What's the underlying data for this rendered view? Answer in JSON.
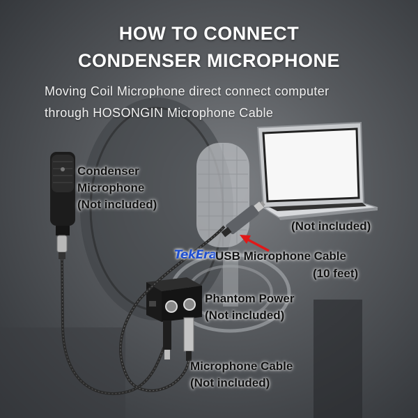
{
  "title": {
    "line1": "HOW TO CONNECT",
    "line2": "CONDENSER MICROPHONE"
  },
  "subtitle": {
    "line1": "Moving Coil Microphone direct connect computer",
    "line2": "through HOSONGIN Microphone Cable"
  },
  "labels": {
    "condenser_mic": [
      "Condenser",
      "Microphone",
      "(Not included)"
    ],
    "laptop": "(Not included)",
    "brand": "TekEra",
    "usb_cable": [
      "USB Microphone Cable",
      "(10 feet)"
    ],
    "phantom_power": [
      "Phantom Power",
      "(Not included)"
    ],
    "mic_cable": [
      "Microphone Cable",
      "(Not included)"
    ]
  },
  "colors": {
    "arrow": "#e01818",
    "brand": "#1f4fd0"
  }
}
